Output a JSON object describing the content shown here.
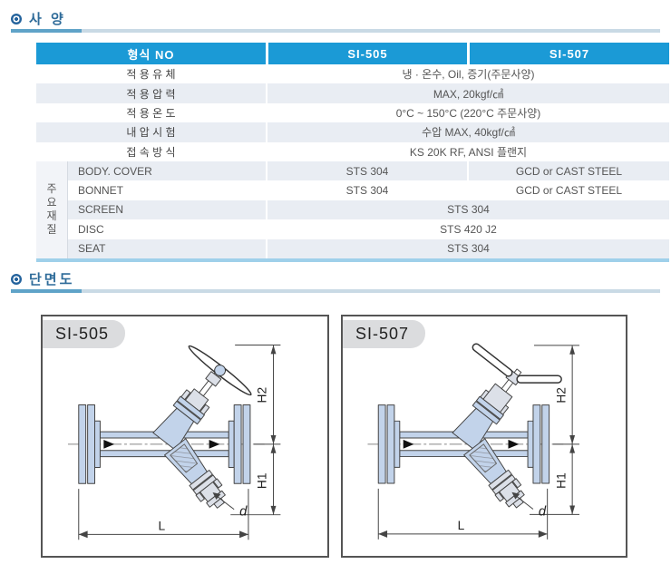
{
  "sections": {
    "spec": {
      "title": "사 양"
    },
    "section_view": {
      "title": "단면도"
    }
  },
  "table": {
    "header": {
      "type_no": "형식 NO",
      "model_a": "SI-505",
      "model_b": "SI-507"
    },
    "spec_rows": [
      {
        "label": "적 용 유 체",
        "value": "냉 · 온수, Oil, 증기(주문사양)"
      },
      {
        "label": "적 용 압 력",
        "value": "MAX, 20kgf/㎠"
      },
      {
        "label": "적 용 온 도",
        "value": "0°C ~ 150°C (220°C 주문사양)"
      },
      {
        "label": "내 압 시 험",
        "value": "수압 MAX, 40kgf/㎠"
      },
      {
        "label": "접 속 방 식",
        "value": "KS 20K RF, ANSI 플랜지"
      }
    ],
    "material_group": {
      "header": "주\n요\n재\n질",
      "rows": [
        {
          "label": "BODY. COVER",
          "value_505": "STS 304",
          "value_507": "GCD or CAST STEEL"
        },
        {
          "label": "BONNET",
          "value_505": "STS 304",
          "value_507": "GCD or CAST STEEL"
        },
        {
          "label": "SCREEN",
          "value": "STS 304"
        },
        {
          "label": "DISC",
          "value": "STS 420 J2"
        },
        {
          "label": "SEAT",
          "value": "STS 304"
        }
      ]
    }
  },
  "drawings": {
    "items": [
      {
        "label": "SI-505"
      },
      {
        "label": "SI-507"
      }
    ],
    "dims": {
      "h2": "H2",
      "h1": "H1",
      "length": "L",
      "drain": "d"
    }
  },
  "colors": {
    "header_blue": "#1b9ad6",
    "row_gray": "#e9edf3",
    "title_blue": "#2e6b99",
    "underline_dark": "#5fa3c8",
    "underline_light": "#c9dae5",
    "table_bottom_border": "#9fd0ea",
    "valve_body_fill": "#c2d3ea",
    "fitting_gray": "#dce0e8",
    "line_color": "#444444"
  }
}
